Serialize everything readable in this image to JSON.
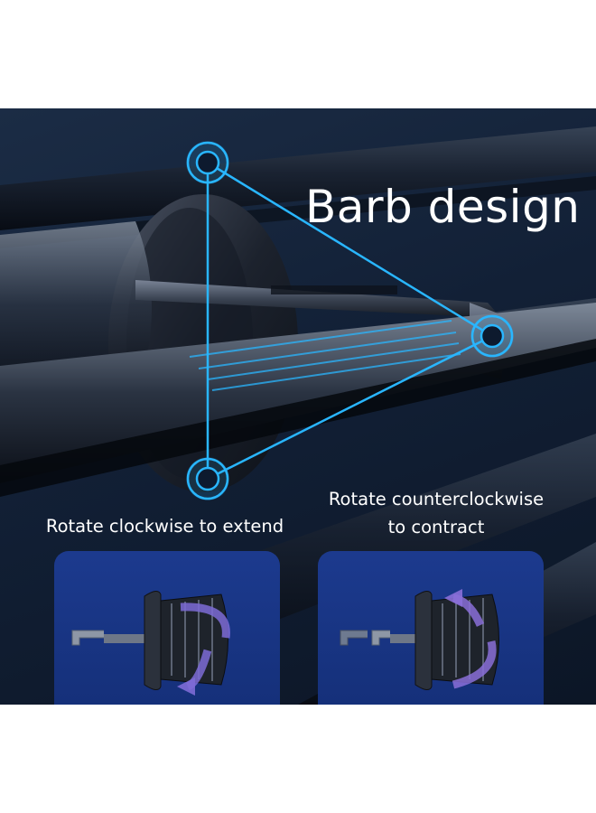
{
  "headline": "Barb design",
  "captions": {
    "extend": "Rotate clockwise to extend",
    "contract_line1": "Rotate counterclockwise",
    "contract_line2": "to contract"
  },
  "colors": {
    "background": "#122036",
    "highlight": "#29b6ff",
    "panel": "#1a3787",
    "arrow": "#7d6bd6",
    "text": "#ffffff"
  },
  "icons": {
    "anchor_markers": "target-ring-icon",
    "rotation": "rotate-arrow-icon"
  }
}
